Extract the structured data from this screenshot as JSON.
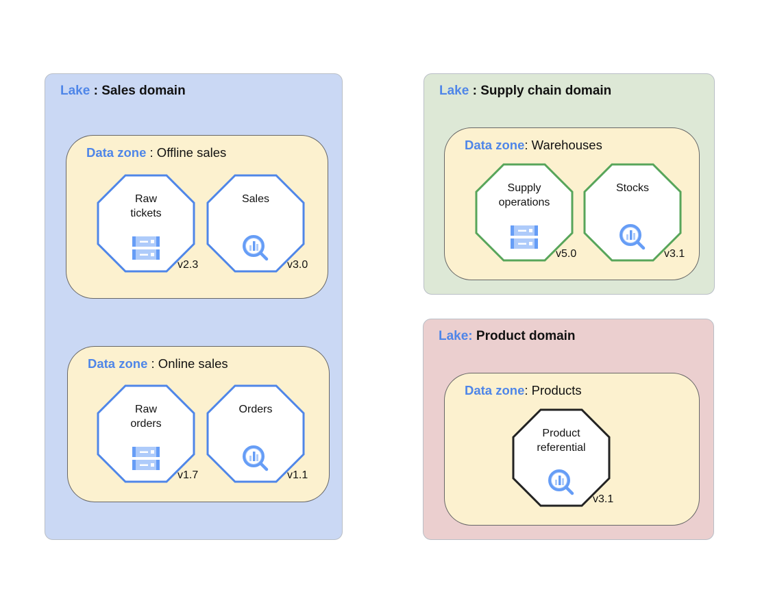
{
  "lakes": [
    {
      "prefix": "Lake",
      "title": " : Sales domain"
    },
    {
      "prefix": "Lake",
      "title": " : Supply chain domain"
    },
    {
      "prefix": "Lake:",
      "title": " Product domain"
    }
  ],
  "zones": [
    {
      "prefix": "Data zone",
      "title": " : Offline sales"
    },
    {
      "prefix": "Data zone",
      "title": " : Online sales"
    },
    {
      "prefix": "Data zone",
      "title": ": Warehouses"
    },
    {
      "prefix": "Data zone",
      "title": ": Products"
    }
  ],
  "nodes": [
    {
      "label": "Raw\ntickets",
      "version": "v2.3",
      "icon": "storage-icon",
      "color": "#4f86e8"
    },
    {
      "label": "Sales",
      "version": "v3.0",
      "icon": "bigquery-icon",
      "color": "#4f86e8"
    },
    {
      "label": "Raw\norders",
      "version": "v1.7",
      "icon": "storage-icon",
      "color": "#4f86e8"
    },
    {
      "label": "Orders",
      "version": "v1.1",
      "icon": "bigquery-icon",
      "color": "#4f86e8"
    },
    {
      "label": "Supply\noperations",
      "version": "v5.0",
      "icon": "storage-icon",
      "color": "#57a55a"
    },
    {
      "label": "Stocks",
      "version": "v3.1",
      "icon": "bigquery-icon",
      "color": "#57a55a"
    },
    {
      "label": "Product\nreferential",
      "version": "v3.1",
      "icon": "bigquery-icon",
      "color": "#222222"
    }
  ],
  "colors": {
    "sales_lake": "#cad8f4",
    "supply_lake": "#dde8d6",
    "product_lake": "#ebcfcf",
    "zone": "#fcf1cf",
    "accent": "#4f86e8"
  }
}
